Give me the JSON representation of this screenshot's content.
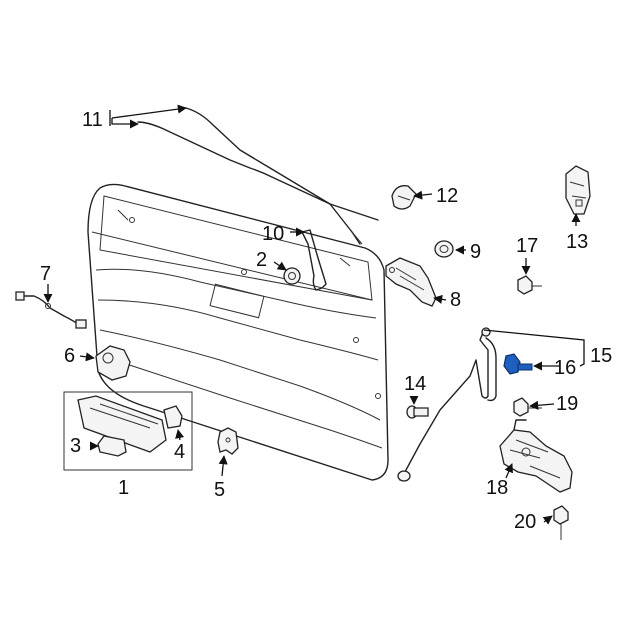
{
  "colors": {
    "line": "#222222",
    "highlight": "#1f5fbf",
    "background": "#ffffff"
  },
  "callouts": [
    {
      "id": "1",
      "text": "1"
    },
    {
      "id": "2",
      "text": "2"
    },
    {
      "id": "3",
      "text": "3"
    },
    {
      "id": "4",
      "text": "4"
    },
    {
      "id": "5",
      "text": "5"
    },
    {
      "id": "6",
      "text": "6"
    },
    {
      "id": "7",
      "text": "7"
    },
    {
      "id": "8",
      "text": "8"
    },
    {
      "id": "9",
      "text": "9"
    },
    {
      "id": "10",
      "text": "10"
    },
    {
      "id": "11",
      "text": "11"
    },
    {
      "id": "12",
      "text": "12"
    },
    {
      "id": "13",
      "text": "13"
    },
    {
      "id": "14",
      "text": "14"
    },
    {
      "id": "15",
      "text": "15"
    },
    {
      "id": "16",
      "text": "16"
    },
    {
      "id": "17",
      "text": "17"
    },
    {
      "id": "18",
      "text": "18"
    },
    {
      "id": "19",
      "text": "19"
    },
    {
      "id": "20",
      "text": "20"
    }
  ]
}
